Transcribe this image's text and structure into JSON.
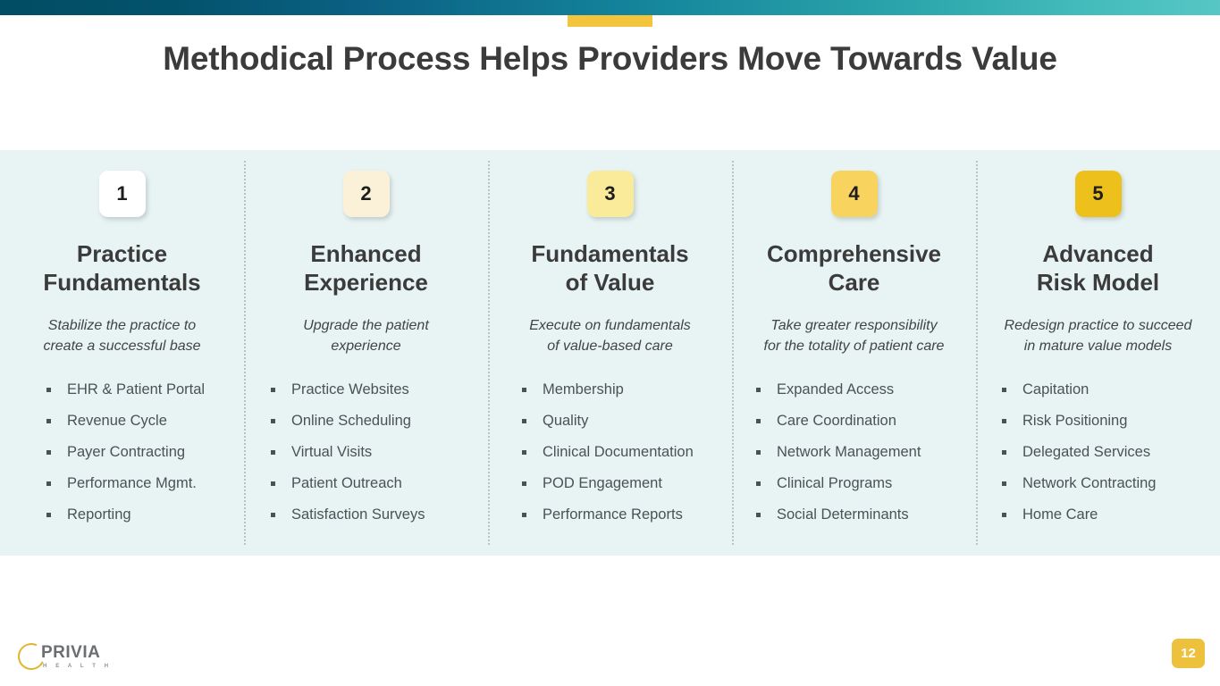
{
  "slide": {
    "title": "Methodical Process Helps Providers Move Towards Value",
    "page_number": "12"
  },
  "theme": {
    "gradient_start": "#014d63",
    "gradient_end": "#57c6c4",
    "accent_tab": "#f2c53d",
    "panel_background": "#e8f3f3",
    "title_color": "#3b3b3b",
    "divider_color": "#b9c3c6",
    "page_badge_color": "#eec13c"
  },
  "logo": {
    "mark": "partial-circle-icon",
    "name": "PRIVIA",
    "tagline": "H E A L T H"
  },
  "columns": [
    {
      "number": "1",
      "badge_color": "#ffffff",
      "title": "Practice\nFundamentals",
      "subtitle": "Stabilize the practice to\ncreate a successful base",
      "items": [
        "EHR & Patient Portal",
        "Revenue Cycle",
        "Payer Contracting",
        "Performance Mgmt.",
        "Reporting"
      ]
    },
    {
      "number": "2",
      "badge_color": "#fbf0d8",
      "title": "Enhanced\nExperience",
      "subtitle": "Upgrade the patient\nexperience",
      "items": [
        "Practice Websites",
        "Online Scheduling",
        "Virtual Visits",
        "Patient Outreach",
        "Satisfaction Surveys"
      ]
    },
    {
      "number": "3",
      "badge_color": "#faeb9b",
      "title": "Fundamentals\nof Value",
      "subtitle": "Execute on fundamentals\nof value-based care",
      "items": [
        "Membership",
        "Quality",
        "Clinical Documentation",
        "POD Engagement",
        "Performance Reports"
      ]
    },
    {
      "number": "4",
      "badge_color": "#f8d45f",
      "title": "Comprehensive\nCare",
      "subtitle": "Take greater responsibility\nfor the totality of patient care",
      "items": [
        "Expanded Access",
        "Care Coordination",
        "Network Management",
        "Clinical Programs",
        "Social Determinants"
      ]
    },
    {
      "number": "5",
      "badge_color": "#edc01b",
      "title": "Advanced\nRisk Model",
      "subtitle": "Redesign practice to succeed\nin mature value models",
      "items": [
        "Capitation",
        "Risk Positioning",
        "Delegated Services",
        "Network Contracting",
        "Home Care"
      ]
    }
  ]
}
